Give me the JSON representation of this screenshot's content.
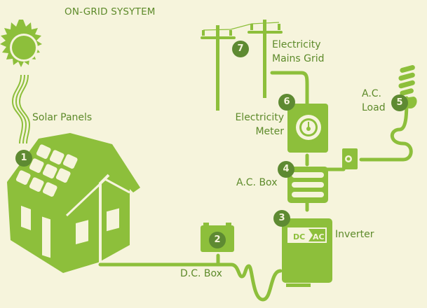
{
  "title": "ON-GRID SYSYTEM",
  "colors": {
    "background": "#f6f4dc",
    "primary_green": "#8dbf3b",
    "dark_green": "#5e8a32",
    "text_green": "#5d8a2a"
  },
  "components": [
    {
      "number": "1",
      "label": "Solar Panels"
    },
    {
      "number": "2",
      "label": "D.C. Box"
    },
    {
      "number": "3",
      "label": "Inverter"
    },
    {
      "number": "4",
      "label": "A.C. Box"
    },
    {
      "number": "5",
      "label_line1": "A.C.",
      "label_line2": "Load"
    },
    {
      "number": "6",
      "label_line1": "Electricity",
      "label_line2": "Meter"
    },
    {
      "number": "7",
      "label_line1": "Electricity",
      "label_line2": "Mains Grid"
    }
  ],
  "inverter": {
    "dc_text": "DC",
    "ac_text": "AC"
  }
}
